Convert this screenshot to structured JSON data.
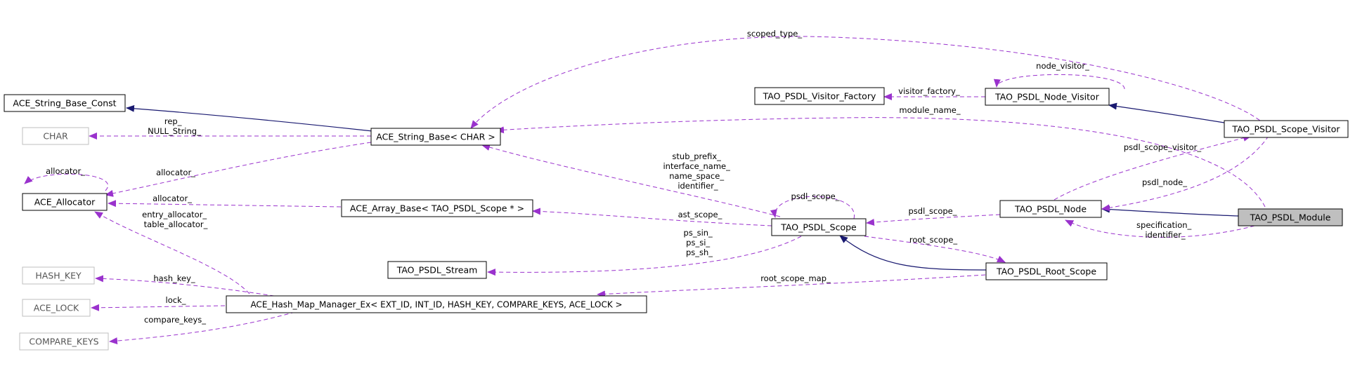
{
  "nodes": [
    {
      "id": "ace_string_base_const",
      "label": "ACE_String_Base_Const",
      "style": "solid"
    },
    {
      "id": "char",
      "label": "CHAR",
      "style": "grey"
    },
    {
      "id": "ace_allocator",
      "label": "ACE_Allocator",
      "style": "solid"
    },
    {
      "id": "hash_key",
      "label": "HASH_KEY",
      "style": "grey"
    },
    {
      "id": "ace_lock",
      "label": "ACE_LOCK",
      "style": "grey"
    },
    {
      "id": "compare_keys",
      "label": "COMPARE_KEYS",
      "style": "grey"
    },
    {
      "id": "ace_string_base",
      "label": "ACE_String_Base< CHAR >",
      "style": "solid"
    },
    {
      "id": "ace_array_base",
      "label": "ACE_Array_Base< TAO_PSDL_Scope * >",
      "style": "solid"
    },
    {
      "id": "tao_psdl_stream",
      "label": "TAO_PSDL_Stream",
      "style": "solid"
    },
    {
      "id": "ace_hash_map",
      "label": "ACE_Hash_Map_Manager_Ex< EXT_ID, INT_ID, HASH_KEY, COMPARE_KEYS, ACE_LOCK >",
      "style": "solid"
    },
    {
      "id": "tao_psdl_visitor_factory",
      "label": "TAO_PSDL_Visitor_Factory",
      "style": "solid"
    },
    {
      "id": "tao_psdl_scope",
      "label": "TAO_PSDL_Scope",
      "style": "solid"
    },
    {
      "id": "tao_psdl_node_visitor",
      "label": "TAO_PSDL_Node_Visitor",
      "style": "solid"
    },
    {
      "id": "tao_psdl_node",
      "label": "TAO_PSDL_Node",
      "style": "solid"
    },
    {
      "id": "tao_psdl_root_scope",
      "label": "TAO_PSDL_Root_Scope",
      "style": "solid"
    },
    {
      "id": "tao_psdl_scope_visitor",
      "label": "TAO_PSDL_Scope_Visitor",
      "style": "solid"
    },
    {
      "id": "tao_psdl_module",
      "label": "TAO_PSDL_Module",
      "style": "highlight"
    }
  ],
  "edge_labels": {
    "scoped_type": [
      "scoped_type_"
    ],
    "node_visitor": [
      "node_visitor_"
    ],
    "visitor_factory": [
      "visitor_factory_"
    ],
    "module_name": [
      "module_name_"
    ],
    "rep": [
      "rep_",
      "NULL_String_"
    ],
    "allocator_self": [
      "allocator_"
    ],
    "allocator_str": [
      "allocator_"
    ],
    "allocator_arr": [
      "allocator_"
    ],
    "entry_alloc": [
      "entry_allocator_",
      "table_allocator_"
    ],
    "stub": [
      "stub_prefix_",
      "interface_name_",
      "name_space_",
      "identifier_"
    ],
    "psdl_scope_self": [
      "psdl_scope_"
    ],
    "ast_scope": [
      "ast_scope_"
    ],
    "psdl_scope_node": [
      "psdl_scope_"
    ],
    "ps": [
      "ps_sin_",
      "ps_si_",
      "ps_sh_"
    ],
    "root_scope": [
      "root_scope_"
    ],
    "psdl_scope_visitor": [
      "psdl_scope_visitor_"
    ],
    "psdl_node": [
      "psdl_node_"
    ],
    "spec": [
      "specification_",
      "identifier_"
    ],
    "hash_key": [
      "hash_key_"
    ],
    "lock": [
      "lock_"
    ],
    "compare_keys": [
      "compare_keys_"
    ],
    "root_scope_map": [
      "root_scope_map_"
    ]
  },
  "colors": {
    "inheritance": "#191970",
    "usage": "#9a32cd",
    "border": "#000000",
    "grey_border": "#bfbfbf",
    "highlight_fill": "#bfbfbf",
    "grey_text": "#555555"
  }
}
